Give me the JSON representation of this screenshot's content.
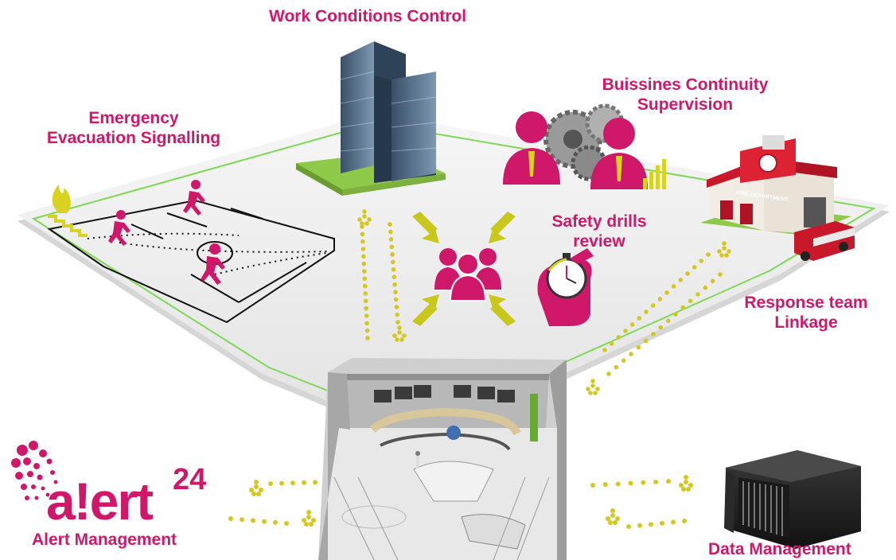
{
  "labels": {
    "work_conditions": "Work Conditions Control",
    "business_continuity": [
      "Buissines Continuity",
      "Supervision"
    ],
    "emergency": [
      "Emergency",
      "Evacuation Signalling"
    ],
    "safety_drills": [
      "Safety drills",
      "review"
    ],
    "response_team": [
      "Response team",
      "Linkage"
    ],
    "alert_management": "Alert Management",
    "data_management": "Data Management"
  },
  "logo": {
    "word": "a!ert",
    "superscript": "24"
  },
  "fire_station_sign": "FIRE DEPARTMENT",
  "colors": {
    "accent": "#d0186a",
    "dots": "#d4c820",
    "floor_border": "#7ed957",
    "floor": "#eeeeee"
  }
}
